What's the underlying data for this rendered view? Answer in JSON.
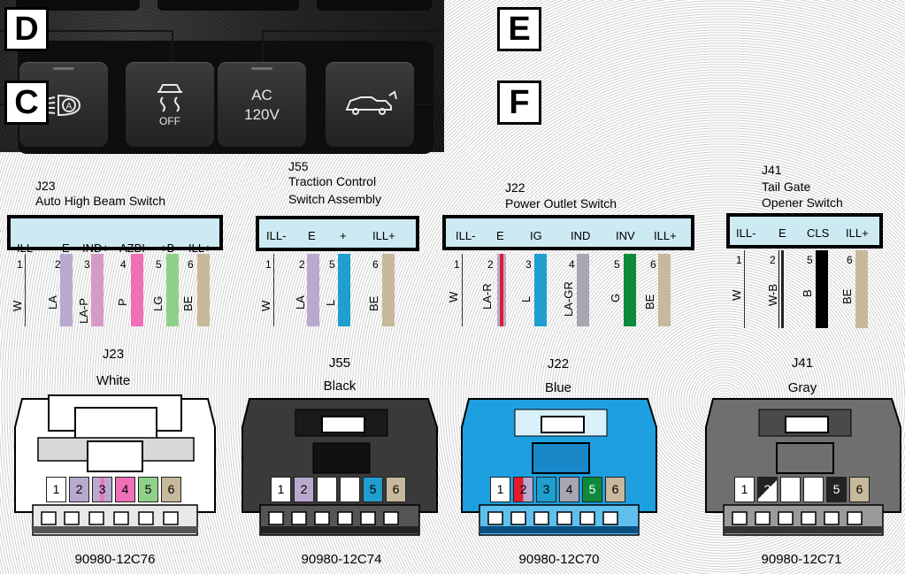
{
  "callouts": [
    "D",
    "E",
    "C",
    "F"
  ],
  "buttons": [
    {
      "icon": "auto-high-beam-icon",
      "text": ""
    },
    {
      "icon": "traction-control-off-icon",
      "text": "OFF"
    },
    {
      "icon": "",
      "text_line1": "AC",
      "text_line2": "120V"
    },
    {
      "icon": "tailgate-icon",
      "text": ""
    }
  ],
  "connectors": [
    {
      "id": "J23",
      "name_line1": "Auto High Beam Switch",
      "name_line2": "",
      "terminals": [
        "ILL-",
        "E",
        "IND+",
        "AZBI",
        "+B",
        "ILL+"
      ],
      "pins": [
        "1",
        "2",
        "3",
        "4",
        "5",
        "6"
      ],
      "wire_codes": [
        "W",
        "LA",
        "LA-P",
        "P",
        "LG",
        "BE"
      ],
      "color_label": "White",
      "part_number": "90980-12C76"
    },
    {
      "id": "J55",
      "name_line1": "Traction Control",
      "name_line2": "Switch Assembly",
      "terminals": [
        "ILL-",
        "E",
        "+",
        "ILL+"
      ],
      "pins": [
        "1",
        "2",
        "5",
        "6"
      ],
      "wire_codes": [
        "W",
        "LA",
        "L",
        "BE"
      ],
      "color_label": "Black",
      "part_number": "90980-12C74"
    },
    {
      "id": "J22",
      "name_line1": "Power Outlet Switch",
      "name_line2": "",
      "terminals": [
        "ILL-",
        "E",
        "IG",
        "IND",
        "INV",
        "ILL+"
      ],
      "pins": [
        "1",
        "2",
        "3",
        "4",
        "5",
        "6"
      ],
      "wire_codes": [
        "W",
        "LA-R",
        "L",
        "LA-GR",
        "G",
        "BE"
      ],
      "color_label": "Blue",
      "part_number": "90980-12C70"
    },
    {
      "id": "J41",
      "name_line1": "Tail Gate",
      "name_line2": "Opener Switch",
      "terminals": [
        "ILL-",
        "E",
        "CLS",
        "ILL+"
      ],
      "pins": [
        "1",
        "2",
        "5",
        "6"
      ],
      "wire_codes": [
        "W",
        "W-B",
        "B",
        "BE"
      ],
      "color_label": "Gray",
      "part_number": "90980-12C71"
    }
  ],
  "connector_cells": {
    "J23": [
      "1",
      "2",
      "3",
      "4",
      "5",
      "6"
    ],
    "J55": [
      "1",
      "2",
      "",
      "",
      "5",
      "6"
    ],
    "J22": [
      "1",
      "2",
      "3",
      "4",
      "5",
      "6"
    ],
    "J41": [
      "1",
      "2",
      "",
      "",
      "5",
      "6"
    ]
  },
  "wire_colors": {
    "W": "#ffffff",
    "LA": "#b9a9cf",
    "LA-P": "#d59bc6",
    "P": "#f06fb7",
    "LG": "#8fd18a",
    "BE": "#c8b89c",
    "L": "#1f9ecf",
    "LA-R": "#e21b2d",
    "LA-GR": "#a9a6b3",
    "G": "#0d8a3c",
    "W-B": "#222222",
    "B": "#000000"
  },
  "housing_colors": {
    "J23": "#ffffff",
    "J55": "#3a3a3a",
    "J22": "#1ea0e0",
    "J41": "#6f6f6f"
  },
  "header_fill": "#cde9f2"
}
